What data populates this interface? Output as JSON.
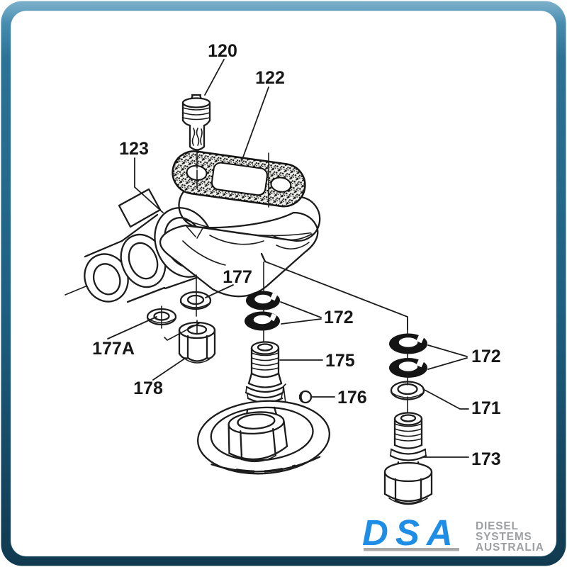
{
  "frame": {
    "border_top_color": "#6aa4c2",
    "border_mid_color": "#266d91",
    "border_bottom_color": "#113a4f",
    "inner_background": "#ffffff"
  },
  "diagram": {
    "ink_color": "#1c1c1c",
    "labels": [
      {
        "part": "120"
      },
      {
        "part": "122"
      },
      {
        "part": "123"
      },
      {
        "part": "177"
      },
      {
        "part": "177A"
      },
      {
        "part": "178"
      },
      {
        "part": "172"
      },
      {
        "part": "175"
      },
      {
        "part": "176"
      },
      {
        "part": "172"
      },
      {
        "part": "171"
      },
      {
        "part": "173"
      }
    ]
  },
  "logo": {
    "acronym": "DSA",
    "company_lines": [
      "DIESEL",
      "SYSTEMS",
      "AUSTRALIA"
    ],
    "blue": "#1d8de6",
    "gray": "#9da0a3"
  }
}
